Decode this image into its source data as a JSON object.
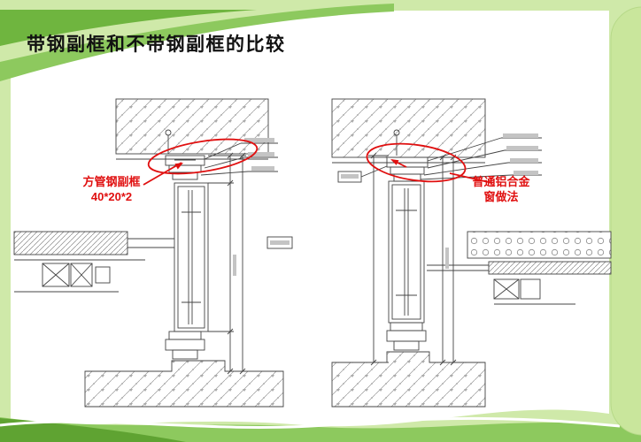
{
  "slide": {
    "title": "带钢副框和不带钢副框的比较",
    "background_colors": {
      "base_green": "#cfe9a9",
      "wave_green": "#8dc95e",
      "dark_green": "#6fb53f",
      "content_white": "#ffffff"
    }
  },
  "annotations": {
    "color": "#e01010",
    "left": {
      "line1": "方管钢副框",
      "line2": "40*20*2"
    },
    "right": {
      "line1": "普通铝合金",
      "line2": "窗做法"
    }
  },
  "drawings": {
    "left": {
      "name": "window-section-with-steel-subframe"
    },
    "right": {
      "name": "window-section-ordinary-aluminum"
    }
  }
}
